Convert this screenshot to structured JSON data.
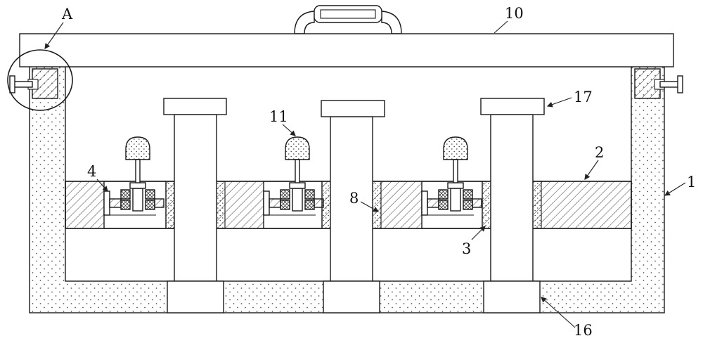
{
  "colors": {
    "ink": "#1a1a1a",
    "background": "#ffffff"
  },
  "labels": [
    {
      "ref": "A",
      "text": "A"
    },
    {
      "ref": "10",
      "text": "10"
    },
    {
      "ref": "17",
      "text": "17"
    },
    {
      "ref": "11",
      "text": "11"
    },
    {
      "ref": "2",
      "text": "2"
    },
    {
      "ref": "1",
      "text": "1"
    },
    {
      "ref": "4",
      "text": "4"
    },
    {
      "ref": "8",
      "text": "8"
    },
    {
      "ref": "3",
      "text": "3"
    },
    {
      "ref": "16",
      "text": "16"
    }
  ]
}
